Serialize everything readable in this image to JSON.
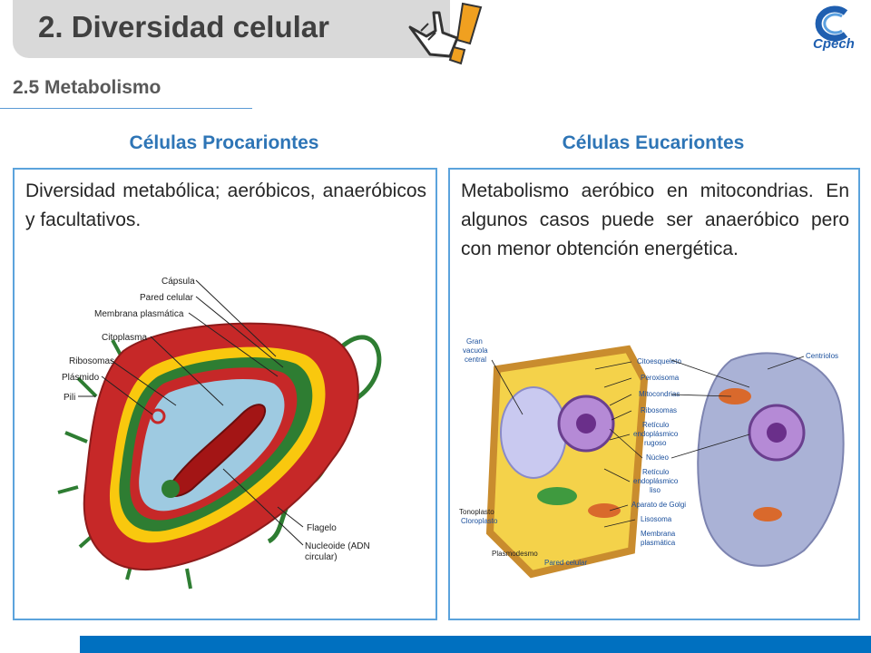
{
  "header": {
    "title": "2. Diversidad celular",
    "logo_text": "Cpech"
  },
  "section": {
    "subtitle": "2.5 Metabolismo"
  },
  "columns": [
    {
      "heading": "Células Procariontes",
      "text": "Diversidad metabólica; aeróbicos, anaeróbicos y facultativos.",
      "labels": {
        "capsula": "Cápsula",
        "pared": "Pared celular",
        "membrana": "Membrana plasmática",
        "citoplasma": "Citoplasma",
        "ribosomas": "Ribosomas",
        "plasmido": "Plásmido",
        "pili": "Pili",
        "flagelo": "Flagelo",
        "nucleoide1": "Nucleoide (ADN",
        "nucleoide2": "circular)"
      }
    },
    {
      "heading": "Células Eucariontes",
      "text": "Metabolismo aeróbico en mitocondrias. En algunos casos puede ser anaeróbico pero con menor obtención energética.",
      "labels": {
        "gran1": "Gran",
        "gran2": "vacuola",
        "gran3": "central",
        "citoesqueleto": "Citoesqueleto",
        "peroxisoma": "Peroxisoma",
        "mitocondrias": "Mitocondrias",
        "ribosomas": "Ribosomas",
        "rer1": "Retículo",
        "rer2": "endoplásmico",
        "rer3": "rugoso",
        "nucleo": "Núcleo",
        "rel1": "Retículo",
        "rel2": "endoplásmico",
        "rel3": "liso",
        "golgi": "Aparato de Golgi",
        "lisosoma": "Lisosoma",
        "membrana1": "Membrana",
        "membrana2": "plasmática",
        "centriolos": "Centriolos",
        "tonoplasto": "Tonoplasto",
        "cloroplasto": "Cloroplasto",
        "plasmodesmo": "Plasmodesmo",
        "pared": "Pared celular"
      }
    }
  ],
  "colors": {
    "title_bg": "#d9d9d9",
    "heading": "#2e75b6",
    "panel_border": "#5ba3dc",
    "bottom_bar": "#0070c0"
  }
}
